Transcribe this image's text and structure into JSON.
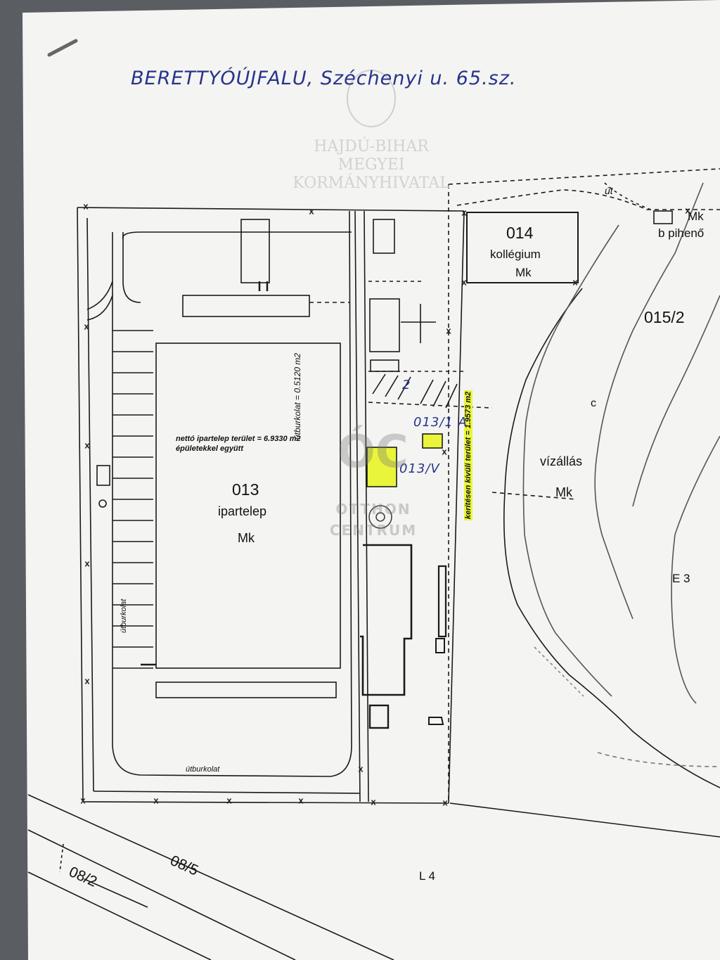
{
  "document": {
    "handwritten_address": "BERETTYÓÚJFALU, Széchenyi u. 65.sz.",
    "header_faded": "HAJDÚ-BIHAR MEGYEI KORMÁNYHIVATAL"
  },
  "parcels": {
    "p013": {
      "number": "013",
      "use": "ipartelep",
      "code": "Mk"
    },
    "p014": {
      "number": "014",
      "use": "kollégium",
      "code": "Mk"
    },
    "p015": {
      "number": "015/2"
    },
    "water": {
      "letter": "c",
      "use": "vízállás",
      "code": "Mk"
    },
    "ut": "út",
    "rest": {
      "code": "Mk",
      "use": "b pihenő"
    },
    "e3": "E 3",
    "l4": "L 4",
    "p08_2": "08/2",
    "p08_5": "08/5"
  },
  "annotations": {
    "net_area_line1": "nettó ipartelep terület = 6.9330 m2",
    "net_area_line2": "épületekkel együtt",
    "road_area": "útburkolat = 0.5120 m2",
    "outside_fence": "kerítésen kívüli terület = 1.9573 m2",
    "pavement_left": "útburkolat",
    "pavement_bottom": "útburkolat",
    "hand_013_1": "013/1 A",
    "hand_013_v": "013/V",
    "hand_2": "2",
    "fence_marker": "x"
  },
  "watermark": {
    "logo": "ÓC",
    "line1": "OTTHON",
    "line2": "CENTRUM"
  },
  "colors": {
    "highlight": "#e9f53a",
    "ink": "#27348b",
    "paper": "#f4f4f2"
  }
}
